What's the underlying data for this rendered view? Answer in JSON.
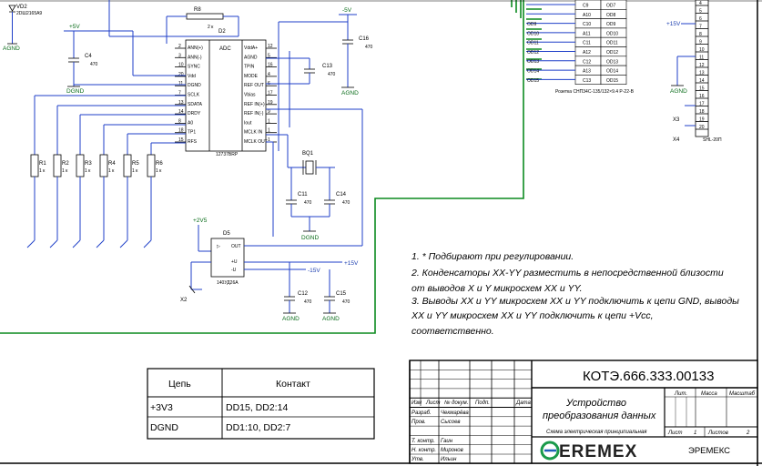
{
  "components": {
    "vd2": {
      "ref": "VD2",
      "part": "2DШ2165А9"
    },
    "r8": {
      "ref": "R8",
      "value": "2 к"
    },
    "d2": {
      "ref": "D2",
      "type": "ADC",
      "part": "12737BRP",
      "pins_left": [
        [
          "ANN(+)",
          "2"
        ],
        [
          "ANN(-)",
          "3"
        ],
        [
          "SYNC",
          "10"
        ],
        [
          "Vdd",
          "20"
        ],
        [
          "DGND",
          "11"
        ],
        [
          "SCLK",
          "7"
        ],
        [
          "SDATA",
          "13"
        ],
        [
          "DRDY",
          "14"
        ],
        [
          "A0",
          "8"
        ],
        [
          "TP1",
          "18"
        ],
        [
          "RFS",
          "15"
        ]
      ],
      "pins_right": [
        [
          "VddA+",
          "12"
        ],
        [
          "AGND",
          "5"
        ],
        [
          "TPIN",
          "16"
        ],
        [
          "MODE",
          "4"
        ],
        [
          "REF OUT",
          "6"
        ],
        [
          "Vbias",
          "17"
        ],
        [
          "REF IN(+)",
          "19"
        ],
        [
          "REF IN(-)",
          "9"
        ],
        [
          "Iout",
          "1"
        ],
        [
          "MCLK IN",
          "1"
        ],
        [
          "MCLK OUT",
          "1"
        ]
      ]
    },
    "c16": {
      "ref": "C16",
      "value": "470"
    },
    "c4": {
      "ref": "C4",
      "value": "470"
    },
    "c13": {
      "ref": "C13",
      "value": "470"
    },
    "bq1": {
      "ref": "BQ1"
    },
    "c11": {
      "ref": "C11",
      "value": "470"
    },
    "c14": {
      "ref": "C14",
      "value": "470"
    },
    "d5": {
      "ref": "D5",
      "part": "140УД26А"
    },
    "c12": {
      "ref": "C12",
      "value": "470"
    },
    "c15": {
      "ref": "C15",
      "value": "470"
    },
    "x2": {
      "ref": "X2"
    },
    "x3": {
      "ref": "X3"
    },
    "x4": {
      "ref": "X4"
    },
    "connector_part": "SHL-20П",
    "socket_part": "Розетка СНП34С-135/132×9.4 Р-22-В",
    "resistors": [
      {
        "ref": "R1",
        "value": "1 к"
      },
      {
        "ref": "R2",
        "value": "1 к"
      },
      {
        "ref": "R3",
        "value": "1 к"
      },
      {
        "ref": "R4",
        "value": "1 к"
      },
      {
        "ref": "R5",
        "value": "1 к"
      },
      {
        "ref": "R6",
        "value": "1 к"
      }
    ]
  },
  "power_labels": {
    "p5v": "+5V",
    "m5v": "-5V",
    "p15v": "+15V",
    "m15v": "-15V",
    "p2v5": "+2V5",
    "agnd": "AGND",
    "dgnd": "DGND"
  },
  "bus_labels": [
    "OD9",
    "OD10",
    "OD11",
    "OD12",
    "OD13",
    "OD14",
    "OD15"
  ],
  "socket_table": [
    [
      "C9",
      "OD7"
    ],
    [
      "A10",
      "OD8"
    ],
    [
      "C10",
      "OD9"
    ],
    [
      "A11",
      "OD10"
    ],
    [
      "C11",
      "OD11"
    ],
    [
      "A12",
      "OD12"
    ],
    [
      "C12",
      "OD13"
    ],
    [
      "A13",
      "OD14"
    ],
    [
      "C13",
      "OD15"
    ]
  ],
  "connector_pins": [
    "4",
    "5",
    "6",
    "7",
    "8",
    "9",
    "10",
    "11",
    "12",
    "13",
    "14",
    "15",
    "16",
    "17",
    "18",
    "19",
    "20"
  ],
  "notes": [
    "1. * Подбирают при регулировании.",
    "2. Конденсаторы XX-YY разместить в непосредственной близости",
    "от выводов X и Y микросхем XX и YY.",
    "3. Выводы XX и YY микросхем XX и YY подключить к цепи GND, выводы",
    "XX и YY микросхем XX и YY подключить к цепи +Vcc,",
    "соответственно."
  ],
  "net_table": {
    "headers": [
      "Цепь",
      "Контакт"
    ],
    "rows": [
      [
        "+3V3",
        "DD15, DD2:14"
      ],
      [
        "DGND",
        "DD1:10, DD2:7"
      ]
    ]
  },
  "title_block": {
    "doc_number": "КОТЭ.666.333.00133",
    "title_line1": "Устройство",
    "title_line2": "преобразования данных",
    "subtitle": "Схема электрическая принципиальная",
    "col_headers": [
      "Изм",
      "Лист",
      "№ докум.",
      "Подп.",
      "Дата"
    ],
    "roles": [
      {
        "role": "Разраб.",
        "name": "Чекмарёва"
      },
      {
        "role": "Пров.",
        "name": "Сысоев"
      },
      {
        "role": "Т. контр.",
        "name": "Гаин"
      },
      {
        "role": "Н. контр.",
        "name": "Миронов"
      },
      {
        "role": "Утв.",
        "name": "Ильин"
      }
    ],
    "lit_label": "Лит.",
    "mass_label": "Масса",
    "scale_label": "Масштаб",
    "sheet_label": "Лист",
    "sheet_value": "1",
    "sheets_label": "Листов",
    "sheets_value": "2",
    "logo_text": "EREMEX",
    "company": "ЭРЕМЕКС"
  }
}
